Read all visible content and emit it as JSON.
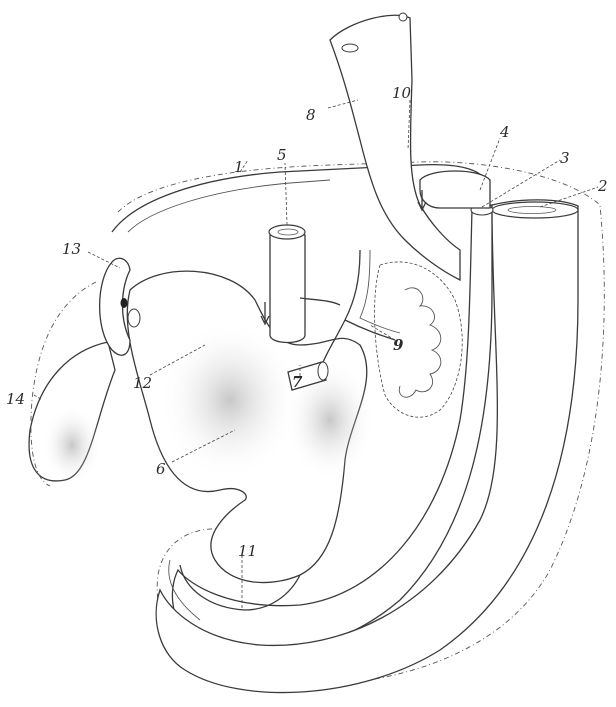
{
  "labels": {
    "l1": "1",
    "l2": "2",
    "l3": "3",
    "l4": "4",
    "l5": "5",
    "l6": "6",
    "l7": "7",
    "l8": "8",
    "l9": "9",
    "l10": "10",
    "l11": "11",
    "l12": "12",
    "l13": "13",
    "l14": "14"
  },
  "colors": {
    "ink": "#3a3a3a",
    "paper": "#ffffff",
    "shading": "#d8d8d8"
  }
}
